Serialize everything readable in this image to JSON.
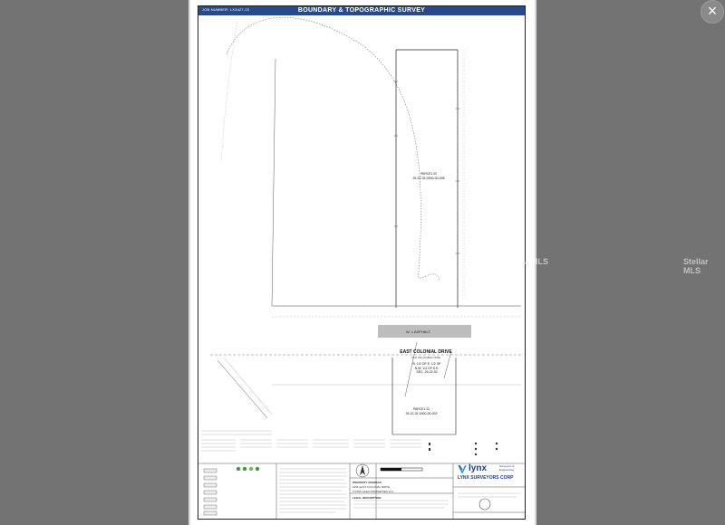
{
  "viewer": {
    "close_label": "×"
  },
  "sheet": {
    "job_number": "JOB NUMBER: LX3427-20",
    "title": "BOUNDARY & TOPOGRAPHIC SURVEY"
  },
  "drawing": {
    "road_name": "EAST COLONIAL DRIVE",
    "road_sub": "(S.R. 50) (PUBLIC R/W)",
    "parcel_a_label": "PARCEL ID",
    "parcel_a_id": "29-22-32-0000-00-008",
    "parcel_b_label": "PARCEL ID",
    "parcel_b_id": "29-22-32-0000-00-002",
    "easement_line1": "N. 1/2 OF E. 1/2 OF",
    "easement_line2": "N.W. 1/4 OF S.E.",
    "easement_line3": "SEC. 29-22-32",
    "strip_label": "W. 1 ASPHALT"
  },
  "title_block": {
    "logo": "lynx",
    "logo_sub": "Surveyors & Engineering",
    "company": "LYNX SURVEYORS CORP",
    "owner": "LYNNS GLEN PROPERTIES LLC",
    "legal_heading": "LEGAL DESCRIPTION",
    "project_address_heading": "PROPERTY ADDRESS",
    "project_address": "6151 EAST COLONIAL DRIVE"
  },
  "watermarks": [
    "Stellar MLS",
    "Stellar MLS"
  ],
  "colors": {
    "title_bar": "#274a8a",
    "brand": "#1d3e7a",
    "viewer_bg": "#737373"
  }
}
